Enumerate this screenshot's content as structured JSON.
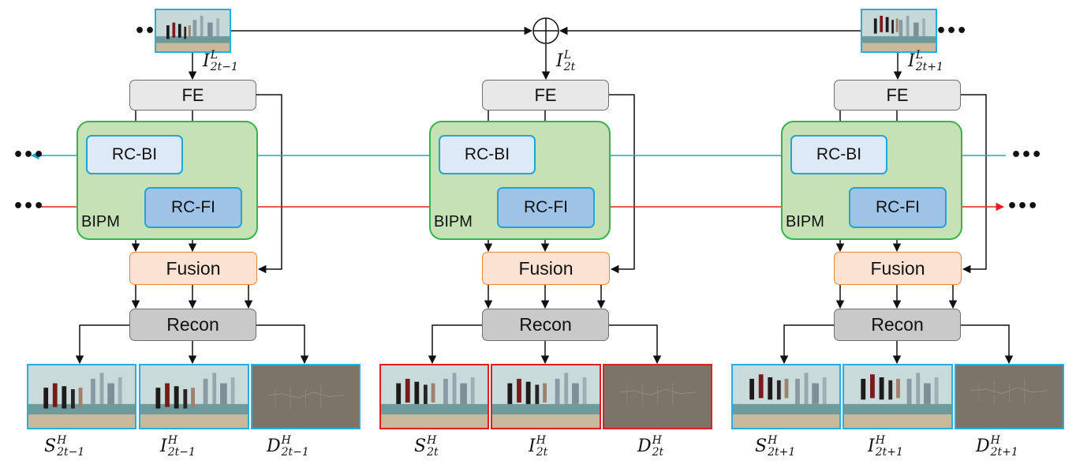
{
  "columns": [
    {
      "input_label": {
        "base": "I",
        "sup": "L",
        "sub": "2t−1"
      },
      "fe": "FE",
      "bipm": "BIPM",
      "rc_bi": "RC-BI",
      "rc_fi": "RC-FI",
      "fusion": "Fusion",
      "recon": "Recon",
      "outputs": [
        {
          "base": "S",
          "sup": "H",
          "sub": "2t−1"
        },
        {
          "base": "I",
          "sup": "H",
          "sub": "2t−1"
        },
        {
          "base": "D",
          "sup": "H",
          "sub": "2t−1"
        }
      ],
      "output_border_color": "#25aee0"
    },
    {
      "input_label": {
        "base": "I",
        "sup": "L",
        "sub": "2t"
      },
      "fe": "FE",
      "bipm": "BIPM",
      "rc_bi": "RC-BI",
      "rc_fi": "RC-FI",
      "fusion": "Fusion",
      "recon": "Recon",
      "outputs": [
        {
          "base": "S",
          "sup": "H",
          "sub": "2t"
        },
        {
          "base": "I",
          "sup": "H",
          "sub": "2t"
        },
        {
          "base": "D",
          "sup": "H",
          "sub": "2t"
        }
      ],
      "output_border_color": "#e02020"
    },
    {
      "input_label": {
        "base": "I",
        "sup": "L",
        "sub": "2t+1"
      },
      "fe": "FE",
      "bipm": "BIPM",
      "rc_bi": "RC-BI",
      "rc_fi": "RC-FI",
      "fusion": "Fusion",
      "recon": "Recon",
      "outputs": [
        {
          "base": "S",
          "sup": "H",
          "sub": "2t+1"
        },
        {
          "base": "I",
          "sup": "H",
          "sub": "2t+1"
        },
        {
          "base": "D",
          "sup": "H",
          "sub": "2t+1"
        }
      ],
      "output_border_color": "#25aee0"
    }
  ],
  "ellipsis": "•••",
  "colors": {
    "backward_propagation": "#1ea6db",
    "forward_propagation": "#e02020",
    "bipm_fill": "#c6e2b4",
    "bipm_border": "#37b34a",
    "fe_fill": "#e7e7e7",
    "rc_bi_fill": "#dde9f6",
    "rc_fi_fill": "#9ec3e7",
    "fusion_fill": "#fbe2d2",
    "recon_fill": "#c9c9c9"
  }
}
